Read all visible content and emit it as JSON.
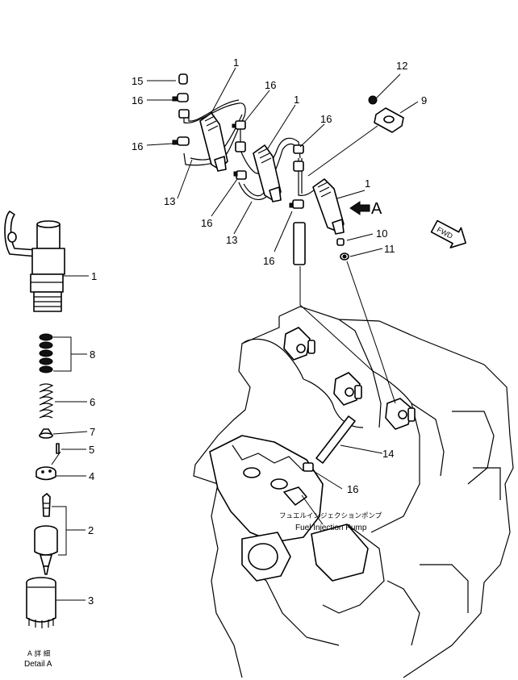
{
  "callouts": {
    "c1a": "1",
    "c1b": "1",
    "c1c": "1",
    "c1d": "1",
    "c2": "2",
    "c3": "3",
    "c4": "4",
    "c5": "5",
    "c6": "6",
    "c7": "7",
    "c8": "8",
    "c9": "9",
    "c10": "10",
    "c11": "11",
    "c12": "12",
    "c13a": "13",
    "c13b": "13",
    "c14": "14",
    "c15": "15",
    "c16a": "16",
    "c16b": "16",
    "c16c": "16",
    "c16d": "16",
    "c16e": "16",
    "c16f": "16",
    "c16g": "16"
  },
  "view_arrow_label": "A",
  "fwd_label": "FWD",
  "detail_caption": {
    "jp": "A 詳 細",
    "en": "Detail A"
  },
  "pump_caption": {
    "jp": "フュエルインジェクションポンプ",
    "en": "Fuel Injection Pump"
  }
}
